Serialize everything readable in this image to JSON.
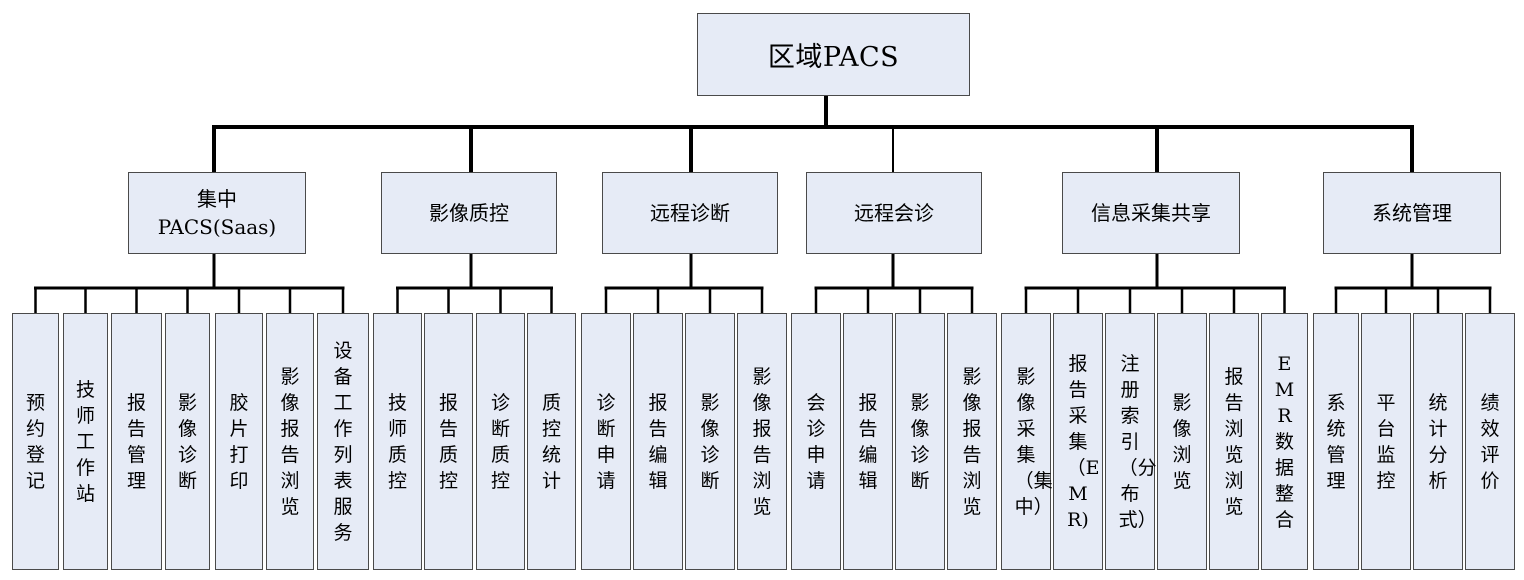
{
  "root": {
    "label": "区域PACS"
  },
  "sections": [
    {
      "label": "集中\nPACS(Saas)",
      "items": [
        "预约登记",
        "技师工作站",
        "报告管理",
        "影像诊断",
        "胶片打印",
        "影像报告浏览",
        "设备工作列表服务"
      ]
    },
    {
      "label": "影像质控",
      "items": [
        "技师质控",
        "报告质控",
        "诊断质控",
        "质控统计"
      ]
    },
    {
      "label": "远程诊断",
      "items": [
        "诊断申请",
        "报告编辑",
        "影像诊断",
        "影像报告浏览"
      ]
    },
    {
      "label": "远程会诊",
      "items": [
        "会诊申请",
        "报告编辑",
        "影像诊断",
        "影像报告浏览"
      ]
    },
    {
      "label": "信息采集共享",
      "items": [
        "影像采集（集中）",
        "报告采集（EMR)",
        "注册索引（分布式）",
        "影像浏览",
        "报告浏览浏览",
        "EMR数据整合"
      ]
    },
    {
      "label": "系统管理",
      "items": [
        "系统管理",
        "平台监控",
        "统计分析",
        "绩效评价"
      ]
    }
  ]
}
